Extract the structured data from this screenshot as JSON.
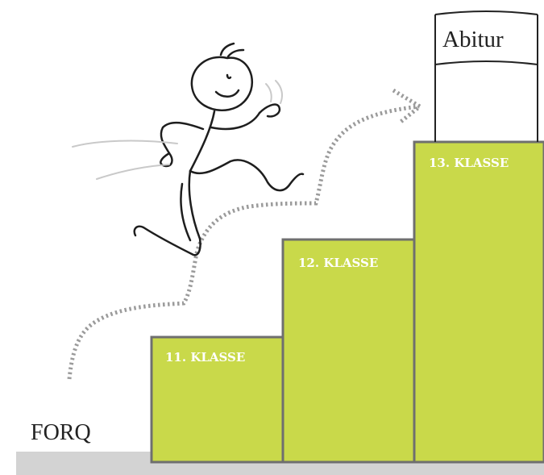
{
  "start_label": "FORQ",
  "steps": [
    {
      "label": "11. KLASSE"
    },
    {
      "label": "12. KLASSE"
    },
    {
      "label": "13. KLASSE"
    }
  ],
  "goal_label": "Abitur",
  "colors": {
    "step_fill": "#c9d94a",
    "step_border": "#6f6f6f",
    "floor": "#d3d3d3",
    "path_dots": "#9b9b9b",
    "figure": "#1e1e1e"
  }
}
